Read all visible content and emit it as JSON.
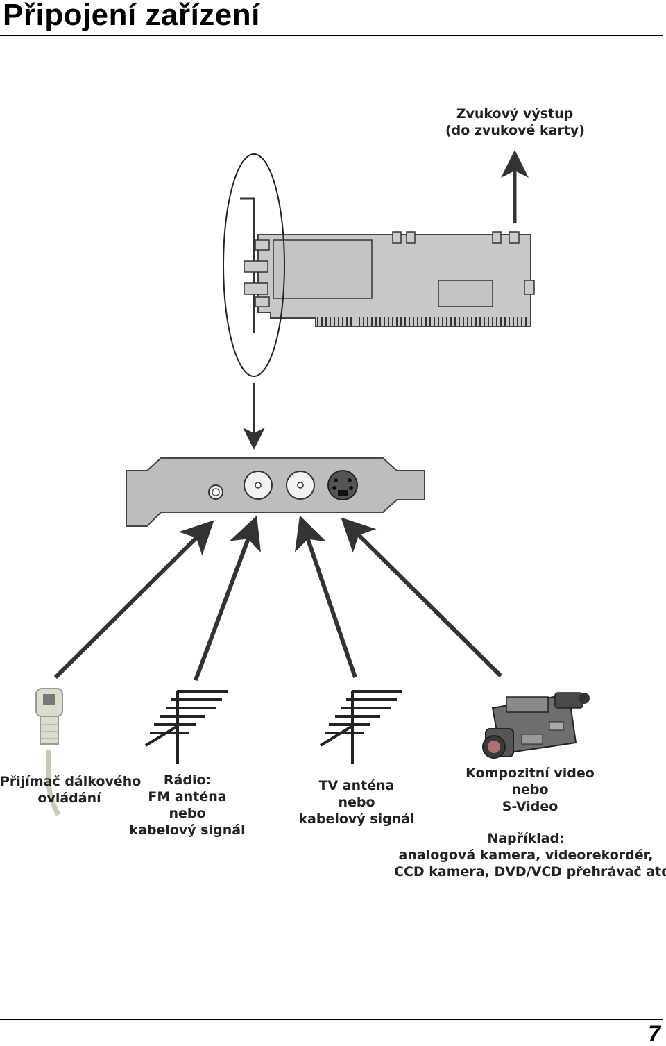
{
  "page": {
    "title": "Připojení zařízení",
    "page_number": "7"
  },
  "labels": {
    "audio_out_line1": "Zvukový výstup",
    "audio_out_line2": "(do zvukové karty)",
    "remote_line1": "Přijímač dálkového",
    "remote_line2": "ovládání",
    "radio_line1": "Rádio:",
    "radio_line2": "FM anténa",
    "radio_line3": "nebo",
    "radio_line4": "kabelový signál",
    "tv_line1": "TV anténa",
    "tv_line2": "nebo",
    "tv_line3": "kabelový signál",
    "video_line1": "Kompozitní video",
    "video_line2": "nebo",
    "video_line3": "S-Video",
    "example_line1": "Například:",
    "example_line2": "analogová kamera, videorekordér,",
    "example_line3": "CCD kamera, DVD/VCD přehrávač atd."
  },
  "colors": {
    "card_fill": "#c8c8c8",
    "bracket_fill": "#bdbdbd",
    "arrow": "#333333"
  }
}
